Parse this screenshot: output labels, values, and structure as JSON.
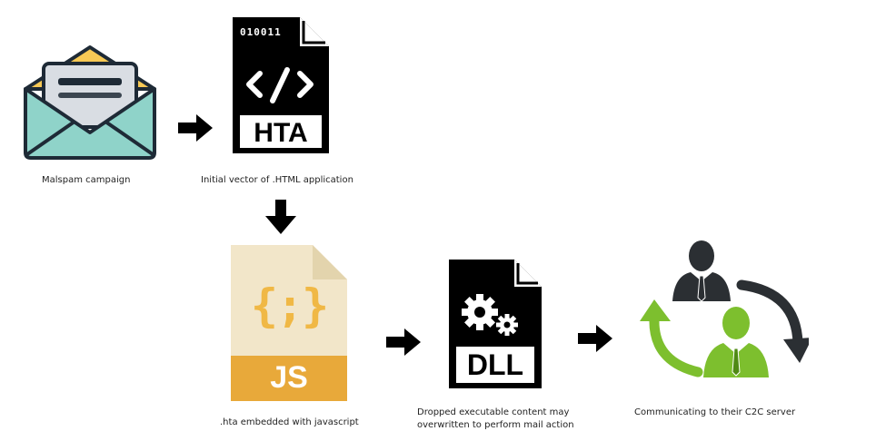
{
  "nodes": {
    "malspam": {
      "caption": "Malspam campaign"
    },
    "hta": {
      "binary_text": "010011",
      "code_text": "</>",
      "label": "HTA",
      "caption": "Initial vector of .HTML application"
    },
    "js": {
      "code_text": "{;}",
      "label": "JS",
      "caption": ".hta embedded with javascript"
    },
    "dll": {
      "label": "DLL",
      "caption_line1": "Dropped executable content may",
      "caption_line2": "overwritten to perform mail action"
    },
    "c2c": {
      "caption": "Communicating to their C2C server"
    }
  },
  "colors": {
    "envelope_body": "#8fd3c9",
    "envelope_flap": "#f7c955",
    "envelope_outline": "#1e2a36",
    "letter": "#d9dde3",
    "js_page": "#f2e6c9",
    "js_band": "#e8a93a",
    "js_brace": "#f0b845",
    "green_figure": "#7dbf2e",
    "dark_figure": "#2b2f33",
    "arrow": "#000000"
  }
}
